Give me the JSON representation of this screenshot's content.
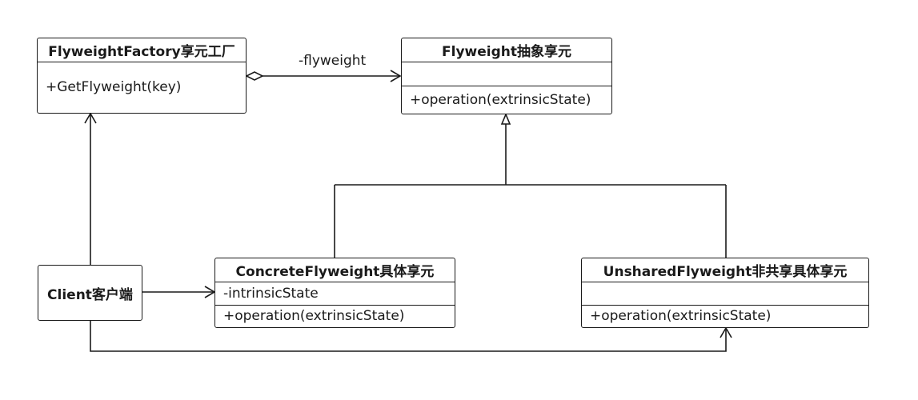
{
  "classes": {
    "factory": {
      "name": "FlyweightFactory享元工厂",
      "attributes": "",
      "operations": "+GetFlyweight(key)"
    },
    "flyweight": {
      "name": "Flyweight抽象享元",
      "attributes": "",
      "operations": "+operation(extrinsicState)"
    },
    "client": {
      "name": "Client客户端"
    },
    "concrete": {
      "name": "ConcreteFlyweight具体享元",
      "attributes": "-intrinsicState",
      "operations": "+operation(extrinsicState)"
    },
    "unshared": {
      "name": "UnsharedFlyweight非共享具体享元",
      "attributes": "",
      "operations": "+operation(extrinsicState)"
    }
  },
  "relations": {
    "aggregation_label": "-flyweight"
  },
  "colors": {
    "line": "#1a1a1a",
    "background": "#ffffff"
  }
}
